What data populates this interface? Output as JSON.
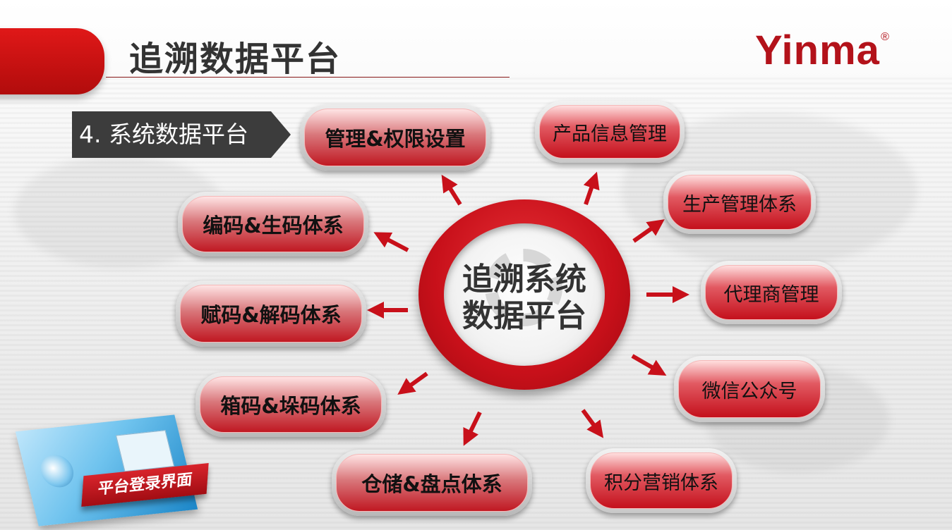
{
  "header": {
    "title": "追溯数据平台",
    "logo": "Yinma",
    "logo_mark": "®"
  },
  "section": {
    "label": "4. 系统数据平台"
  },
  "center": {
    "line1": "追溯系统",
    "line2": "数据平台"
  },
  "left_items": [
    {
      "label": "管理&权限设置"
    },
    {
      "label": "编码&生码体系"
    },
    {
      "label": "赋码&解码体系"
    },
    {
      "label": "箱码&垛码体系"
    },
    {
      "label": "仓储&盘点体系"
    }
  ],
  "right_items": [
    {
      "label": "产品信息管理"
    },
    {
      "label": "生产管理体系"
    },
    {
      "label": "代理商管理"
    },
    {
      "label": "微信公众号"
    },
    {
      "label": "积分营销体系"
    }
  ],
  "thumbnail": {
    "tag": "平台登录界面"
  },
  "colors": {
    "accent": "#c8101a",
    "dark_label": "#3c3c3c",
    "logo": "#b3121a"
  }
}
